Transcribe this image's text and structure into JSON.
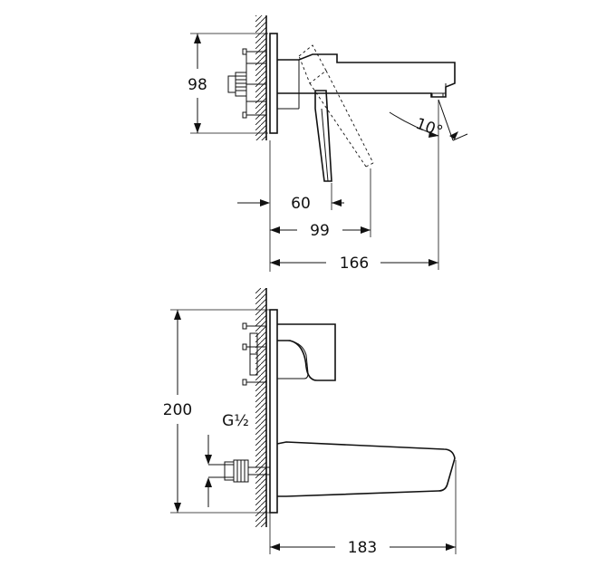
{
  "top_view": {
    "height_label": "98",
    "lever_offset_label": "60",
    "lever_reach_label": "99",
    "spout_length_label": "166",
    "spout_angle_label": "10°"
  },
  "side_view": {
    "height_label": "200",
    "thread_label": "G½",
    "spout_length_label": "183"
  }
}
